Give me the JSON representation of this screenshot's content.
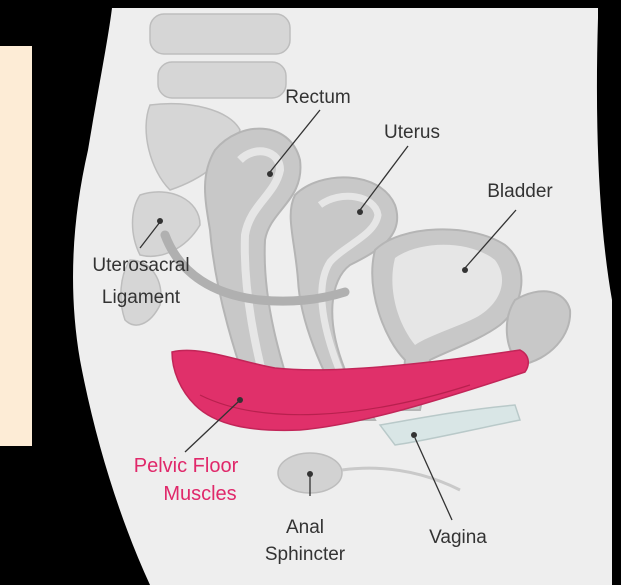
{
  "diagram": {
    "labels": {
      "rectum": "Rectum",
      "uterus": "Uterus",
      "bladder": "Bladder",
      "uterosacral_line1": "Uterosacral",
      "uterosacral_line2": "Ligament",
      "pelvic_floor_line1": "Pelvic Floor",
      "pelvic_floor_line2": "Muscles",
      "anal_line1": "Anal",
      "anal_line2": "Sphincter",
      "vagina": "Vagina"
    },
    "colors": {
      "background": "#000000",
      "side_panel": "#fdecd6",
      "body": "#eeeeee",
      "organ_fill": "#c8c8c8",
      "organ_inner": "#e6e6e6",
      "muscle": "#e0306a",
      "label_text": "#333333",
      "accent_text": "#e0286a"
    }
  }
}
